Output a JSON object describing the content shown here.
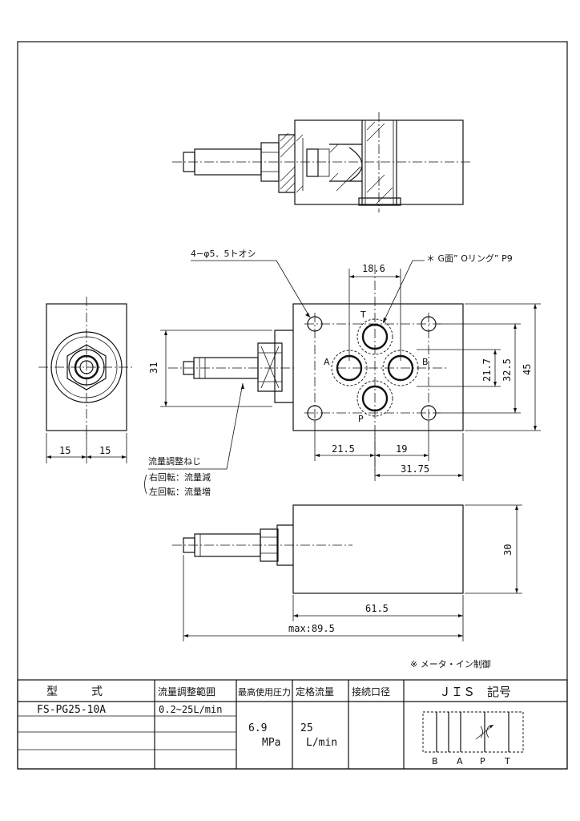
{
  "callouts": {
    "holes": "4−φ5．5トオシ",
    "oring": "＊ G面” Oリング”  P9",
    "screw_title": "流量調整ねじ",
    "screw_right": "右回転：流量減",
    "screw_left": "左回転：流量増",
    "meter_in": "※ メータ・イン制御"
  },
  "ports": {
    "T": "T",
    "A": "A",
    "B": "B",
    "P": "P"
  },
  "dims": {
    "d18_6": "18.6",
    "d31": "31",
    "d21_7": "21.7",
    "d32_5": "32.5",
    "d45": "45",
    "d15a": "15",
    "d15b": "15",
    "d21_5": "21.5",
    "d19": "19",
    "d31_75": "31.75",
    "d30": "30",
    "d61_5": "61.5",
    "dmax": "max:89.5"
  },
  "table": {
    "headers": {
      "model": "型　　　式",
      "flow_range": "流量調整範囲",
      "max_pressure": "最高使用圧力",
      "rated_flow": "定格流量",
      "port": "接続口径",
      "jis": "ＪＩＳ　記号"
    },
    "row": {
      "model": "FS-PG25-10A",
      "flow_range": "0.2~25L/min",
      "max_pressure_value": "6.9",
      "max_pressure_unit": "MPa",
      "rated_flow_value": "25",
      "rated_flow_unit": "L/min"
    },
    "symbol_ports": [
      "B",
      "A",
      "P",
      "T"
    ]
  }
}
